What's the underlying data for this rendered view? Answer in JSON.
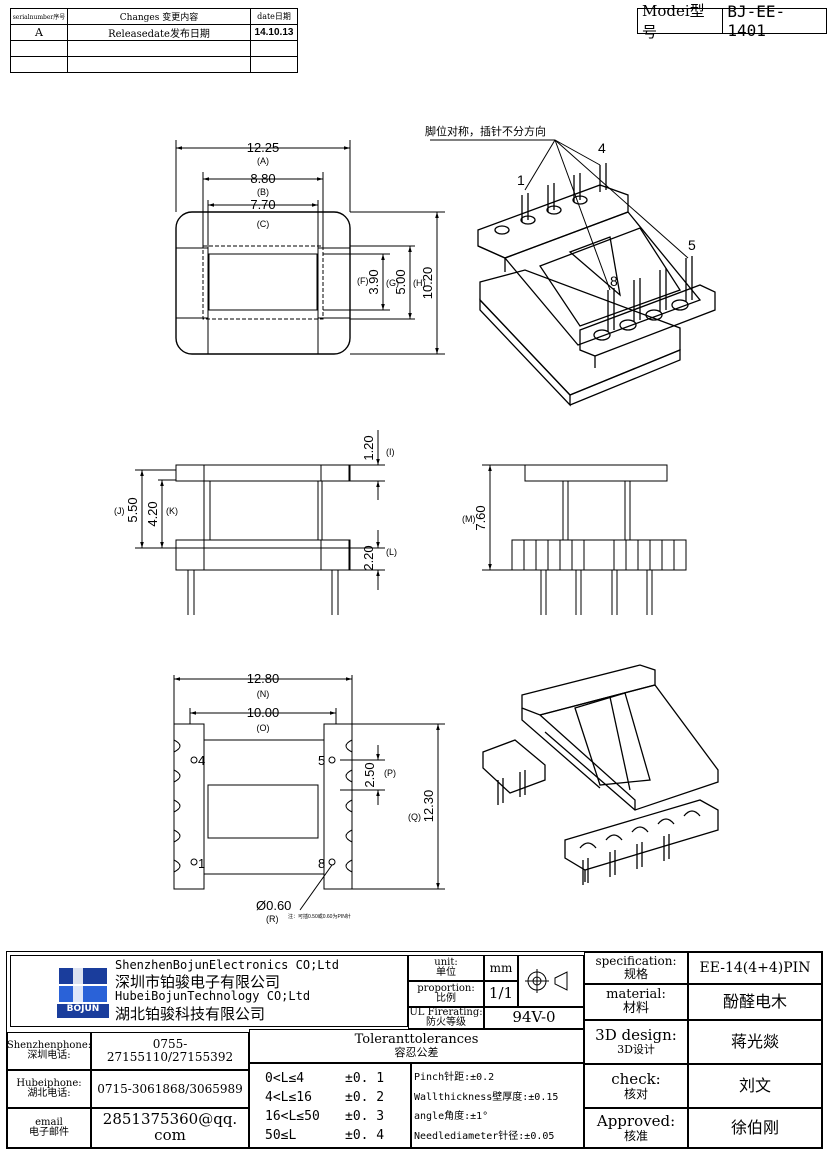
{
  "revision": {
    "headers": [
      "serialnumber序号",
      "Changes 变更内容",
      "date日期"
    ],
    "rows": [
      [
        "A",
        "Releasedate发布日期",
        "14.10.13"
      ],
      [
        "",
        "",
        ""
      ],
      [
        "",
        "",
        ""
      ]
    ]
  },
  "model": {
    "label": "Modei型号",
    "value": "BJ-EE-1401"
  },
  "notes": {
    "pin_note": "脚位对称，插针不分方向",
    "pin_remark": "注：可插0.50或0.60为PIN针"
  },
  "dimensions": {
    "A": {
      "value": "12.25",
      "tag": "(A)"
    },
    "B": {
      "value": "8.80",
      "tag": "(B)"
    },
    "C": {
      "value": "7.70",
      "tag": "(C)"
    },
    "F": {
      "value": "",
      "tag": "(F)"
    },
    "G": {
      "value": "3.90",
      "tag": "(G)"
    },
    "H": {
      "value": "5.00",
      "tag": "(H)"
    },
    "Hb": {
      "value": "10.20",
      "tag": ""
    },
    "I": {
      "value": "1.20",
      "tag": "(I)"
    },
    "J": {
      "value": "5.50",
      "tag": "(J)"
    },
    "K": {
      "value": "4.20",
      "tag": "(K)"
    },
    "L": {
      "value": "2.20",
      "tag": "(L)"
    },
    "M": {
      "value": "7.60",
      "tag": "(M)"
    },
    "N": {
      "value": "12.80",
      "tag": "(N)"
    },
    "O": {
      "value": "10.00",
      "tag": "(O)"
    },
    "P": {
      "value": "2.50",
      "tag": "(P)"
    },
    "Q": {
      "value": "12.30",
      "tag": "(Q)"
    },
    "R": {
      "value": "Ø0.60",
      "tag": "(R)"
    }
  },
  "pins": {
    "iso_top": [
      "1",
      "4",
      "5",
      "8"
    ],
    "bottom": [
      "4",
      "5",
      "1",
      "8"
    ]
  },
  "title_block": {
    "company_en_1": "ShenzhenBojunElectronics CO;Ltd",
    "company_cn_1": "深圳市铂骏电子有限公司",
    "company_en_2": "HubeiBojunTechnology CO;Ltd",
    "company_cn_2": "湖北铂骏科技有限公司",
    "logo_text": "BOJUN",
    "unit_label_en": "unit:",
    "unit_label_cn": "单位",
    "unit_value": "mm",
    "proportion_label_en": "proportion:",
    "proportion_label_cn": "比例",
    "proportion_value": "1/1",
    "ul_label_en": "UL Firerating:",
    "ul_label_cn": "防火等级",
    "ul_value": "94V-0",
    "spec_label_en": "specification:",
    "spec_label_cn": "规格",
    "spec_value": "EE-14(4+4)PIN",
    "material_label_en": "material:",
    "material_label_cn": "材料",
    "material_value": "酚醛电木",
    "design_label_en": "3D design:",
    "design_label_cn": "3D设计",
    "design_value": "蒋光燚",
    "check_label_en": "check:",
    "check_label_cn": "核对",
    "check_value": "刘文",
    "approved_label_en": "Approved:",
    "approved_label_cn": "核准",
    "approved_value": "徐伯刚",
    "contacts": [
      {
        "label_en": "Shenzhenphone:",
        "label_cn": "深圳电话:",
        "value": "0755-27155110/27155392"
      },
      {
        "label_en": "Hubeiphone:",
        "label_cn": "湖北电话:",
        "value": "0715-3061868/3065989"
      },
      {
        "label_en": "email",
        "label_cn": "电子邮件",
        "value": "2851375360@qq. com"
      }
    ],
    "tolerance_title_en": "Toleranttolerances",
    "tolerance_title_cn": "容忍公差",
    "tolerances": [
      {
        "range": "0<L≤4",
        "value": "±0. 1"
      },
      {
        "range": "4<L≤16",
        "value": "±0. 2"
      },
      {
        "range": "16<L≤50",
        "value": "±0. 3"
      },
      {
        "range": "50≤L",
        "value": "±0. 4"
      }
    ],
    "tolerance_notes": [
      "Pinch针距:±0.2",
      "Wallthickness壁厚度:±0.15",
      "angle角度:±1°",
      "Needlediameter针径:±0.05"
    ]
  }
}
